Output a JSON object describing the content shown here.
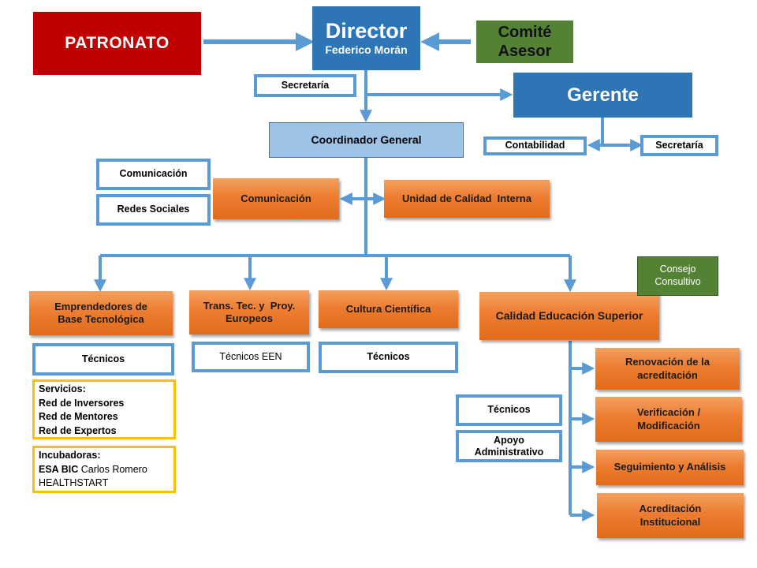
{
  "title": "Organigrama",
  "colors": {
    "connector": "#5b9bd5",
    "patronato": "#c00000",
    "director": "#2e75b6",
    "comite": "#548235",
    "coordinador": "#9dc3e6",
    "unit": "#ed7d31",
    "list_border": "#ffc000"
  },
  "top": {
    "patronato": "PATRONATO",
    "director_title": "Director",
    "director_name": "Federico Morán",
    "comite_line1": "Comité",
    "comite_line2": "Asesor",
    "secretaria_director": "Secretaría",
    "gerente": "Gerente",
    "contabilidad": "Contabilidad",
    "secretaria_gerente": "Secretaría",
    "coordinador": "Coordinador General"
  },
  "middle": {
    "comunicacion_staff": "Comunicación",
    "redes_sociales": "Redes Sociales",
    "comunicacion_unit": "Comunicación",
    "calidad_interna": "Unidad de Calidad  Interna"
  },
  "departments": [
    {
      "line1": "Emprendedores de",
      "line2": "Base Tecnológica",
      "staff": "Técnicos"
    },
    {
      "line1": "Trans. Tec. y  Proy.",
      "line2": "Europeos",
      "staff": "Técnicos EEN"
    },
    {
      "line1": "Cultura Científica",
      "line2": "",
      "staff": "Técnicos"
    },
    {
      "line1": "Calidad Educación Superior",
      "line2": "",
      "staff": "Técnicos"
    }
  ],
  "consejo": {
    "line1": "Consejo",
    "line2": "Consultivo"
  },
  "servicios": {
    "heading": "Servicios:",
    "items": [
      "Red de Inversores",
      "Red de Mentores",
      "Red de Expertos"
    ]
  },
  "incubadoras": {
    "heading": "Incubadoras:",
    "item1_bold": "ESA BIC",
    "item1_rest": " Carlos Romero",
    "item2": "HEALTHSTART"
  },
  "calidad_staff": {
    "tecnicos": "Técnicos",
    "apoyo_line1": "Apoyo",
    "apoyo_line2": "Administrativo"
  },
  "calidad_units": [
    {
      "line1": "Renovación de la",
      "line2": "acreditación"
    },
    {
      "line1": "Verificación /",
      "line2": "Modificación"
    },
    {
      "line1": "Seguimiento y Análisis",
      "line2": ""
    },
    {
      "line1": "Acreditación",
      "line2": "Institucional"
    }
  ]
}
